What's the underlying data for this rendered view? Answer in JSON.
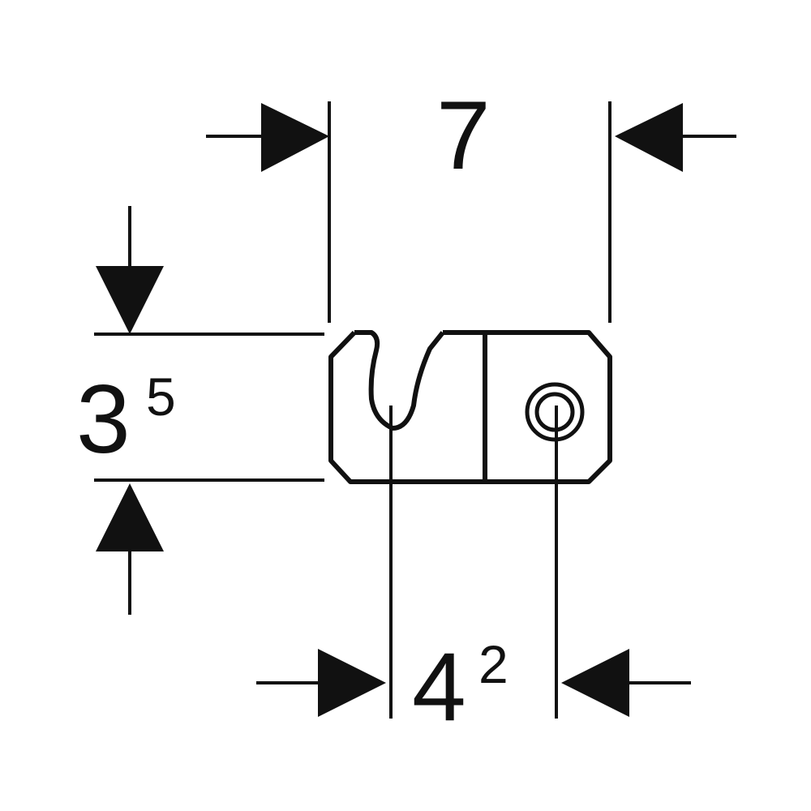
{
  "dimensions": {
    "width": {
      "value": "7"
    },
    "height": {
      "main": "3",
      "superscript": "5"
    },
    "hole_offset": {
      "main": "4",
      "superscript": "2"
    }
  },
  "colors": {
    "line": "#111111",
    "background": "#ffffff"
  }
}
